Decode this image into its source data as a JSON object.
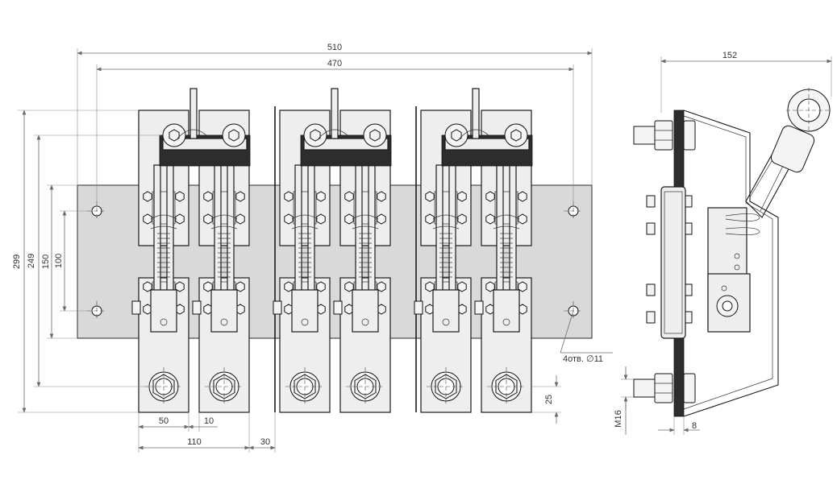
{
  "dimensions": {
    "overall_width": "510",
    "hole_spacing": "470",
    "side_depth": "152",
    "overall_height": "299",
    "bus_height": "249",
    "plate_height": "150",
    "hole_vertical": "100",
    "pole_width": "50",
    "gap": "10",
    "pair_width": "110",
    "pole_gap": "30",
    "terminal_offset": "25",
    "thread": "M16",
    "side_offset": "8"
  },
  "note_holes": "4отв. ∅11",
  "colors": {
    "line": "#1a1a1a",
    "plate_fill": "#d9d9d9",
    "dimension_line": "#6b6b6b"
  }
}
